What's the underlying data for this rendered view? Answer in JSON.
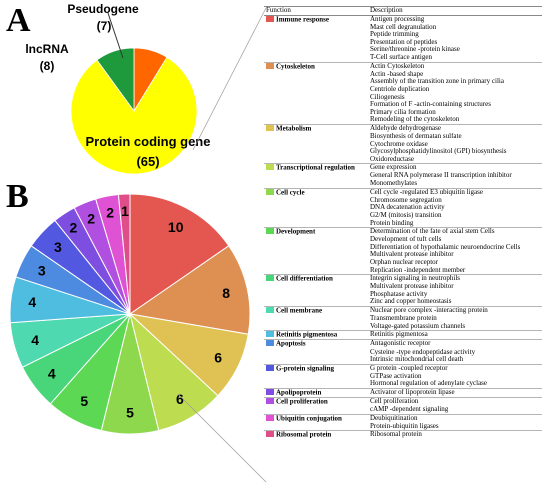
{
  "panel_a_label": "A",
  "panel_b_label": "B",
  "chart_data": [
    {
      "type": "pie",
      "categories": [
        "Protein coding gene",
        "lncRNA",
        "Pseudogene"
      ],
      "values": [
        65,
        8,
        7
      ],
      "colors": [
        "#ffff00",
        "#1e9a3c",
        "#ff6600"
      ]
    },
    {
      "type": "pie",
      "categories": [
        "Immune response",
        "Cytoskeleton",
        "Metabolism",
        "Transcriptional regulation",
        "Cell cycle",
        "Development",
        "Cell differentiation",
        "Cell membrane",
        "Retinitis pigmentosa",
        "Apoptosis",
        "G-protein signaling",
        "Apolipoprotein",
        "Cell proliferation",
        "Ubiquitin conjugation",
        "Ribosomal protein"
      ],
      "values": [
        10,
        8,
        6,
        6,
        5,
        5,
        4,
        4,
        4,
        3,
        3,
        2,
        2,
        2,
        1
      ],
      "colors": [
        "#e35750",
        "#de8f52",
        "#e0c254",
        "#bedc50",
        "#8ed84d",
        "#5cd855",
        "#49d67b",
        "#4ed9b0",
        "#4fbde0",
        "#4d8be0",
        "#5358e0",
        "#7e4ee0",
        "#b04fe0",
        "#df52d4",
        "#e04e8a"
      ]
    }
  ],
  "table": {
    "headers": [
      "Function",
      "Description"
    ],
    "groups": [
      {
        "function": "Immune response",
        "color": "#e35750",
        "descriptions": [
          "Antigen processing",
          "Mast cell degranulation",
          "Peptide trimming",
          "Presentation of peptides",
          "Serine/threonine -protein kinase",
          "T-Cell surface antigen"
        ]
      },
      {
        "function": "Cytoskeleton",
        "color": "#de8f52",
        "descriptions": [
          "Actin Cytoskeleton",
          "Actin -based shape",
          "Assembly of the transition zone in primary cilia",
          "Centriole duplication",
          "Ciliogenesis",
          "Formation of F -actin-containing structures",
          "Primary cilia formation",
          "Remodeling of the cytoskeleton"
        ]
      },
      {
        "function": "Metabolism",
        "color": "#e0c254",
        "descriptions": [
          "Aldehyde dehydrogenase",
          "Biosynthesis of dermatan sulfate",
          "Cytochrome oxidase",
          "Glycosylphosphatidylinositol (GPI) biosynthesis",
          "Oxidoreductase"
        ]
      },
      {
        "function": "Transcriptional regulation",
        "color": "#bedc50",
        "descriptions": [
          "Gene expression",
          "General RNA polymerase II transcription inhibitor",
          "Monomethylates"
        ]
      },
      {
        "function": "Cell cycle",
        "color": "#8ed84d",
        "descriptions": [
          "Cell cycle -regulated E3 ubiquitin ligase",
          "Chromosome segregation",
          "DNA decatenation activity",
          "G2/M (mitosis) transition",
          "Protein binding"
        ]
      },
      {
        "function": "Development",
        "color": "#5cd855",
        "descriptions": [
          "Determination of the fate of axial stem Cells",
          "Development of tuft cells",
          "Differentiation of hypothalamic neuroendocrine Cells",
          "Multivalent protease inhibitor",
          "Orphan nuclear receptor",
          "Replication -independent member"
        ]
      },
      {
        "function": "Cell differentiation",
        "color": "#49d67b",
        "descriptions": [
          "Integrin signaling in neutrophils",
          "Multivalent protease inhibitor",
          "Phosphatase activity",
          "Zinc and copper homeostasis"
        ]
      },
      {
        "function": "Cell membrane",
        "color": "#4ed9b0",
        "descriptions": [
          "Nuclear pore complex -interacting protein",
          "Transmembrane protein",
          "Voltage-gated potassium channels"
        ]
      },
      {
        "function": "Retinitis pigmentosa",
        "color": "#4fbde0",
        "descriptions": [
          "Retinitis pigmentosa"
        ]
      },
      {
        "function": "Apoptosis",
        "color": "#4d8be0",
        "descriptions": [
          "Antagonistic receptor",
          "Cysteine -type endopeptidase activity",
          "Intrinsic mitochondrial cell death"
        ]
      },
      {
        "function": "G-protein signaling",
        "color": "#5358e0",
        "descriptions": [
          "G protein -coupled receptor",
          "GTPase activation",
          "Hormonal regulation of adenylate cyclase"
        ]
      },
      {
        "function": "Apolipoprotein",
        "color": "#7e4ee0",
        "descriptions": [
          "Activator of lipoprotein lipase"
        ]
      },
      {
        "function": "Cell proliferation",
        "color": "#b04fe0",
        "descriptions": [
          "Cell proliferation",
          "cAMP -dependent signaling"
        ]
      },
      {
        "function": "Ubiquitin conjugation",
        "color": "#df52d4",
        "descriptions": [
          "Deubiquitination",
          "Protein-ubiquitin ligases"
        ]
      },
      {
        "function": "Ribosomal protein",
        "color": "#e04e8a",
        "descriptions": [
          "Ribosomal protein"
        ]
      }
    ]
  }
}
